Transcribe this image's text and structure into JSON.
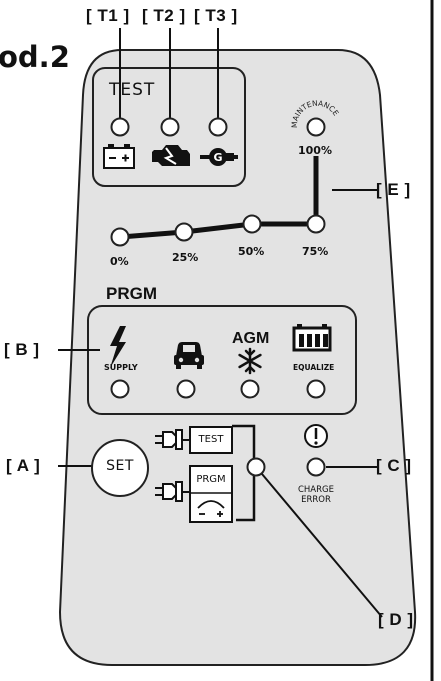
{
  "heading_fragment": "od.2",
  "callouts": {
    "t1": "[ T1 ]",
    "t2": "[ T2 ]",
    "t3": "[ T3 ]",
    "e": "[ E ]",
    "b": "[ B ]",
    "a": "[ A ]",
    "c": "[ C ]",
    "d": "[ D ]"
  },
  "test_panel": {
    "title": "TEST",
    "icons": [
      "battery-icon",
      "engine-icon",
      "alternator-icon"
    ]
  },
  "progress": {
    "maintenance_label": "MAINTENANCE",
    "points": [
      "0%",
      "25%",
      "50%",
      "75%"
    ],
    "top_point": "100%"
  },
  "prgm_panel": {
    "title": "PRGM",
    "modes": [
      {
        "label": "SUPPLY",
        "icon": "lightning-icon"
      },
      {
        "label": "",
        "icon": "car-icon"
      },
      {
        "label": "AGM",
        "icon": "snowflake-icon"
      },
      {
        "label": "EQUALIZE",
        "icon": "battery-cells-icon"
      }
    ]
  },
  "buttons": {
    "set": "SET",
    "test": "TEST",
    "prgm": "PRGM"
  },
  "charge_error": {
    "line1": "CHARGE",
    "line2": "ERROR",
    "icon": "exclamation-icon"
  }
}
